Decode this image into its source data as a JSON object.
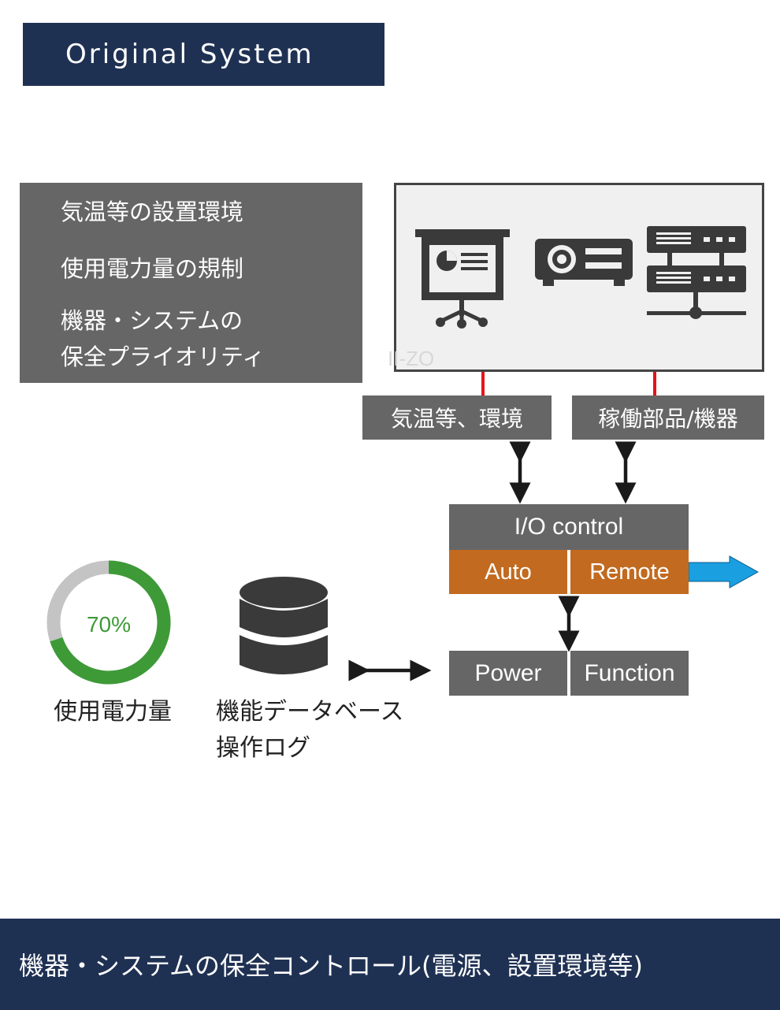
{
  "header": {
    "title": "Original System"
  },
  "info_box": {
    "lines": [
      "気温等の設置環境",
      "使用電力量の規制",
      "機器・システムの",
      "保全プライオリティ"
    ]
  },
  "watermark": "II-ZO",
  "labels": {
    "environment": "気温等、環境",
    "parts": "稼働部品/機器"
  },
  "io": {
    "title": "I/O  control",
    "auto": "Auto",
    "remote": "Remote",
    "power": "Power",
    "function": "Function"
  },
  "gauge": {
    "value": 0.7,
    "label": "70%",
    "caption": "使用電力量"
  },
  "database": {
    "caption_line1": "機能データベース",
    "caption_line2": "操作ログ"
  },
  "footer": {
    "text": "機器・システムの保全コントロール(電源、設置環境等)"
  },
  "colors": {
    "navy": "#1f3153",
    "gray": "#666666",
    "orange": "#c26a1f",
    "green": "#3d9a37",
    "red": "#e4141b",
    "arrow_blue": "#1a9fe0"
  },
  "icons": [
    "presentation-screen-icon",
    "projector-icon",
    "server-network-icon",
    "database-icon",
    "donut-gauge-icon"
  ]
}
